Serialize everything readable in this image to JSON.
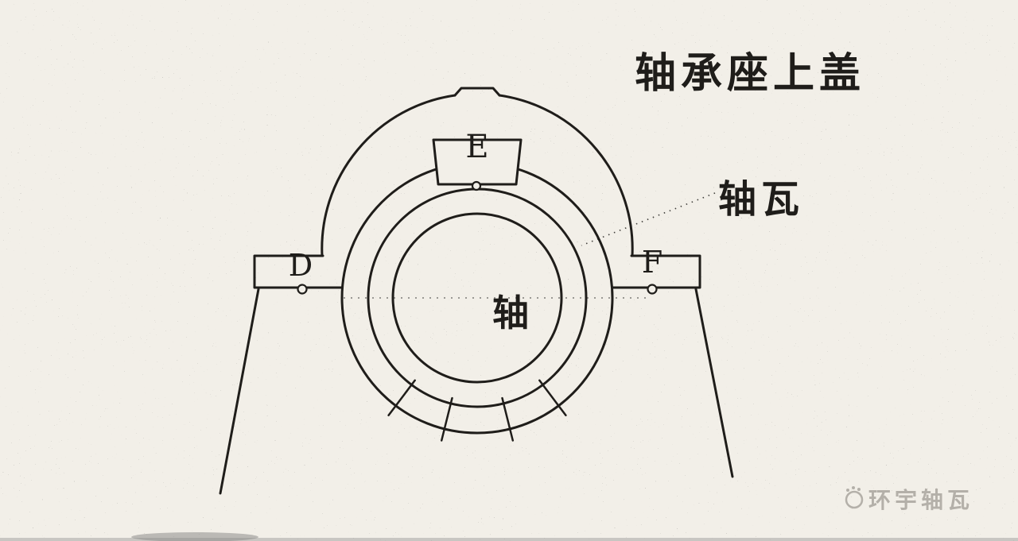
{
  "diagram": {
    "labels": {
      "housing_cover": "轴承座上盖",
      "bearing_shell": "轴瓦",
      "shaft": "轴",
      "point_d": "D",
      "point_e": "E",
      "point_f": "F"
    }
  },
  "watermark": {
    "text": "环宇轴瓦"
  },
  "colors": {
    "ink": "#1f1d1a",
    "paper": "#f2efe8",
    "watermark": "#b4b0a9"
  }
}
